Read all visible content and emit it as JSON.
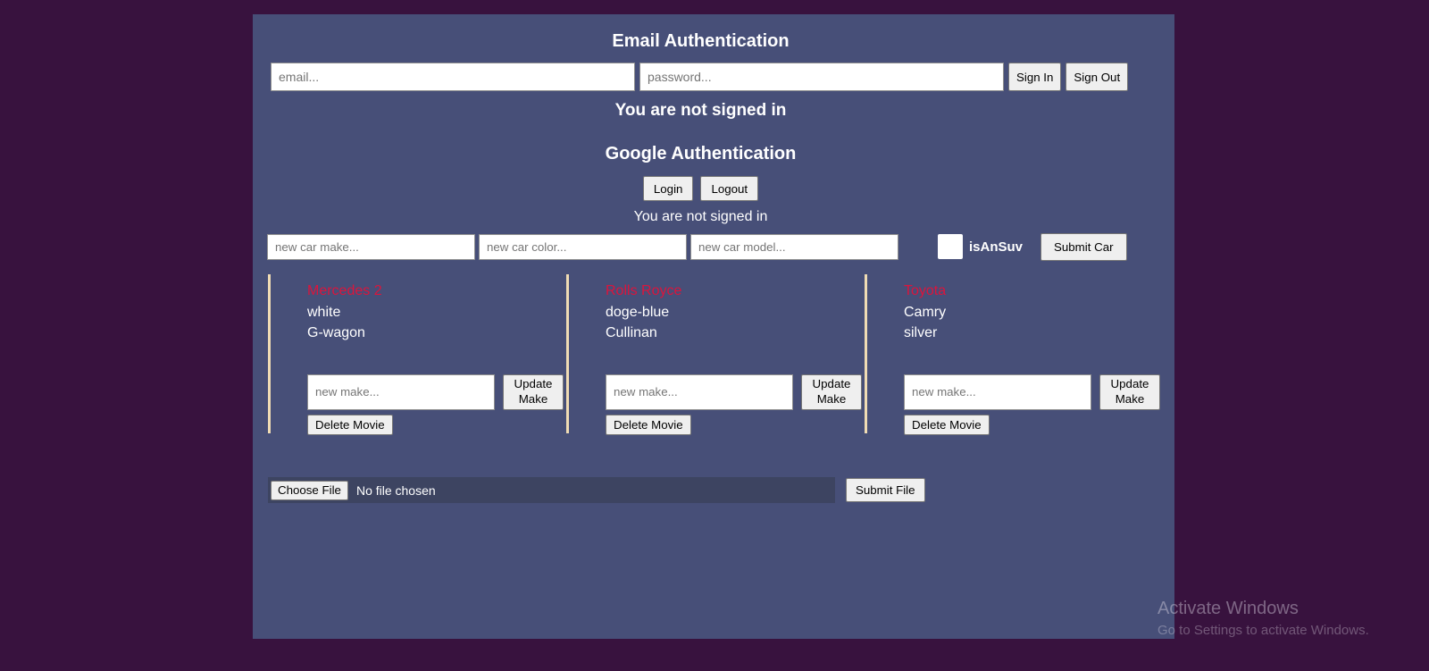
{
  "email_auth": {
    "title": "Email Authentication",
    "email_placeholder": "email...",
    "password_placeholder": "password...",
    "sign_in_label": "Sign In",
    "sign_out_label": "Sign Out",
    "status": "You are not signed in"
  },
  "google_auth": {
    "title": "Google Authentication",
    "login_label": "Login",
    "logout_label": "Logout",
    "status": "You are not signed in"
  },
  "car_form": {
    "make_placeholder": "new car make...",
    "color_placeholder": "new car color...",
    "model_placeholder": "new car model...",
    "suv_label": "isAnSuv",
    "submit_label": "Submit Car"
  },
  "cars": [
    {
      "make": "Mercedes 2",
      "color": "white",
      "model": "G-wagon"
    },
    {
      "make": "Rolls Royce",
      "color": "doge-blue",
      "model": "Cullinan"
    },
    {
      "make": "Toyota",
      "color": "Camry",
      "model": "silver"
    }
  ],
  "card_actions": {
    "new_make_placeholder": "new make...",
    "update_label": "Update Make",
    "delete_label": "Delete Movie"
  },
  "file_upload": {
    "choose_label": "Choose File",
    "no_file_text": "No file chosen",
    "submit_label": "Submit File"
  },
  "watermark": {
    "line1": "Activate Windows",
    "line2": "Go to Settings to activate Windows."
  },
  "colors": {
    "page_background": "#38123e",
    "panel_background": "#474f78",
    "card_title_red": "#dc143c",
    "card_border_wheat": "#f0dcb4",
    "file_input_background": "#3d4461",
    "button_background": "#efefef"
  }
}
